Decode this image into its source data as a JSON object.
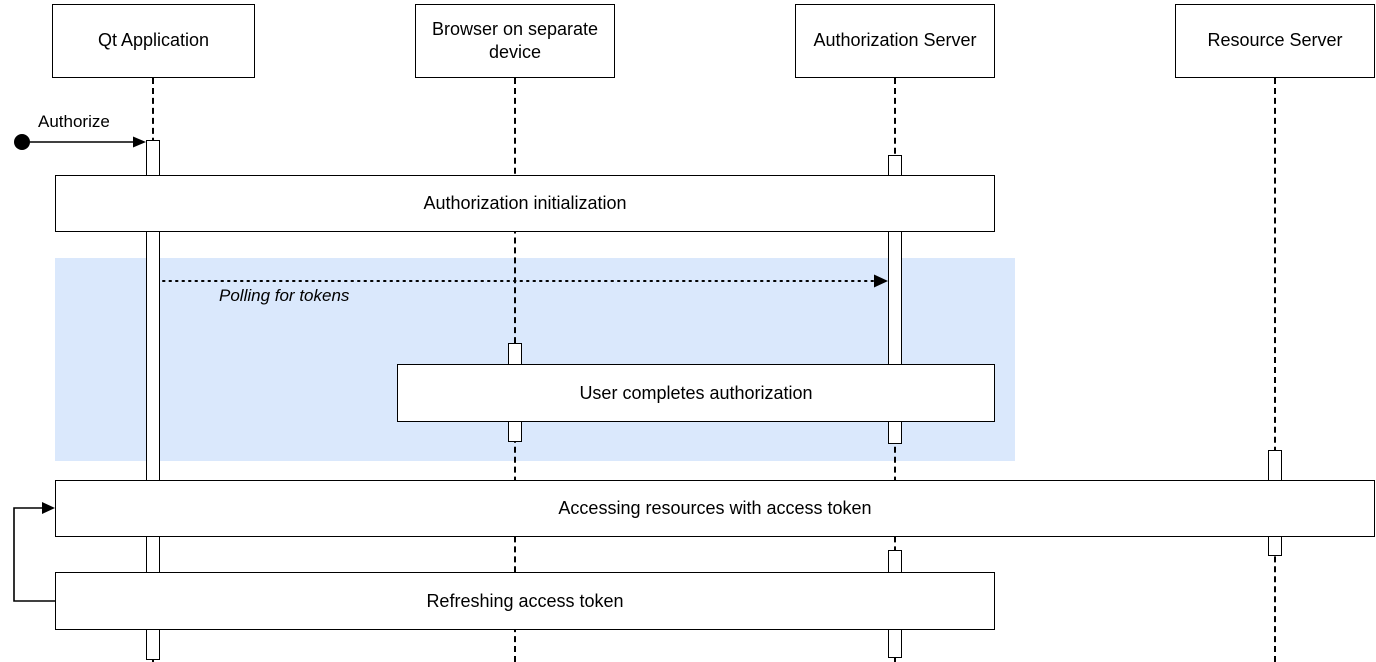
{
  "diagram": {
    "participants": [
      {
        "label": "Qt Application"
      },
      {
        "label": "Browser on separate device"
      },
      {
        "label": "Authorization Server"
      },
      {
        "label": "Resource Server"
      }
    ],
    "labels": {
      "authorize": "Authorize",
      "polling": "Polling for tokens"
    },
    "frames": {
      "auth_init": "Authorization initialization",
      "user_completes": "User completes authorization",
      "accessing": "Accessing resources with access token",
      "refreshing": "Refreshing access token"
    },
    "colors": {
      "highlight_region": "#dae8fc",
      "line": "#000000",
      "box_background": "#ffffff"
    }
  }
}
